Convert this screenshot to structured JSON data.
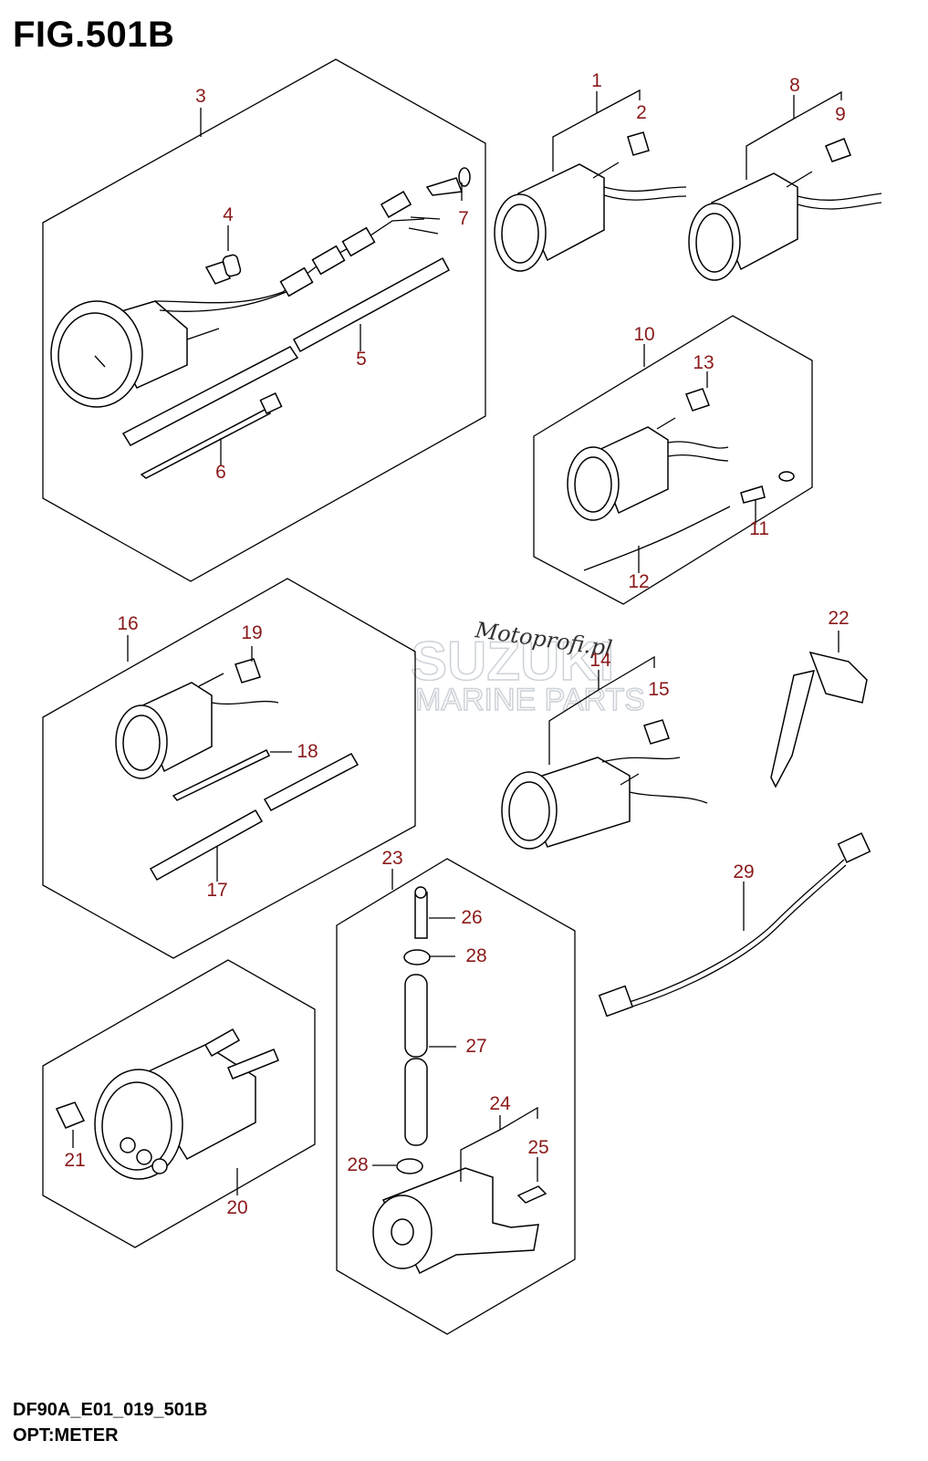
{
  "figure": {
    "title": "FIG.501B",
    "diagram_code": "DF90A_E01_019_501B",
    "subtitle": "OPT:METER"
  },
  "watermark": {
    "brand": "SUZUKI",
    "line2": "MARINE PARTS",
    "signature": "Motoprofi.pl"
  },
  "callouts": [
    "1",
    "2",
    "3",
    "4",
    "5",
    "6",
    "7",
    "8",
    "9",
    "10",
    "11",
    "12",
    "13",
    "14",
    "15",
    "16",
    "17",
    "18",
    "19",
    "20",
    "21",
    "22",
    "23",
    "24",
    "25",
    "26",
    "27",
    "28",
    "28",
    "29"
  ]
}
